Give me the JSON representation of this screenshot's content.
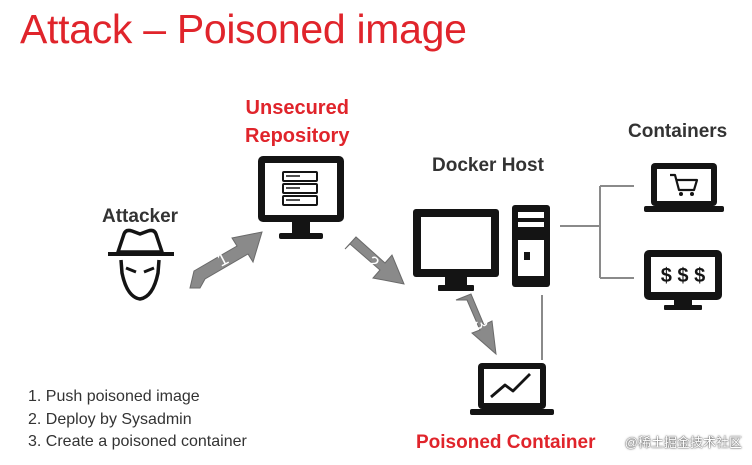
{
  "title": "Attack – Poisoned image",
  "nodes": {
    "attacker": "Attacker",
    "repository_line1": "Unsecured",
    "repository_line2": "Repository",
    "docker_host": "Docker Host",
    "containers": "Containers",
    "poisoned_container": "Poisoned Container"
  },
  "arrows": [
    "1",
    "2",
    "3"
  ],
  "steps": [
    "1.  Push poisoned image",
    "2.  Deploy by Sysadmin",
    "3.  Create a poisoned container"
  ],
  "container_symbols": {
    "money": "$ $ $"
  },
  "watermark": "@稀土掘金技术社区",
  "colors": {
    "accent_red": "#e0242b",
    "icon_dark": "#141414",
    "arrow_gray": "#8a8a8a",
    "text_dark": "#333333"
  },
  "icons": [
    "spy-icon",
    "server-monitor-icon",
    "desktop-monitor-icon",
    "tower-pc-icon",
    "shopping-cart-laptop-icon",
    "dollar-monitor-icon",
    "chart-laptop-icon"
  ]
}
